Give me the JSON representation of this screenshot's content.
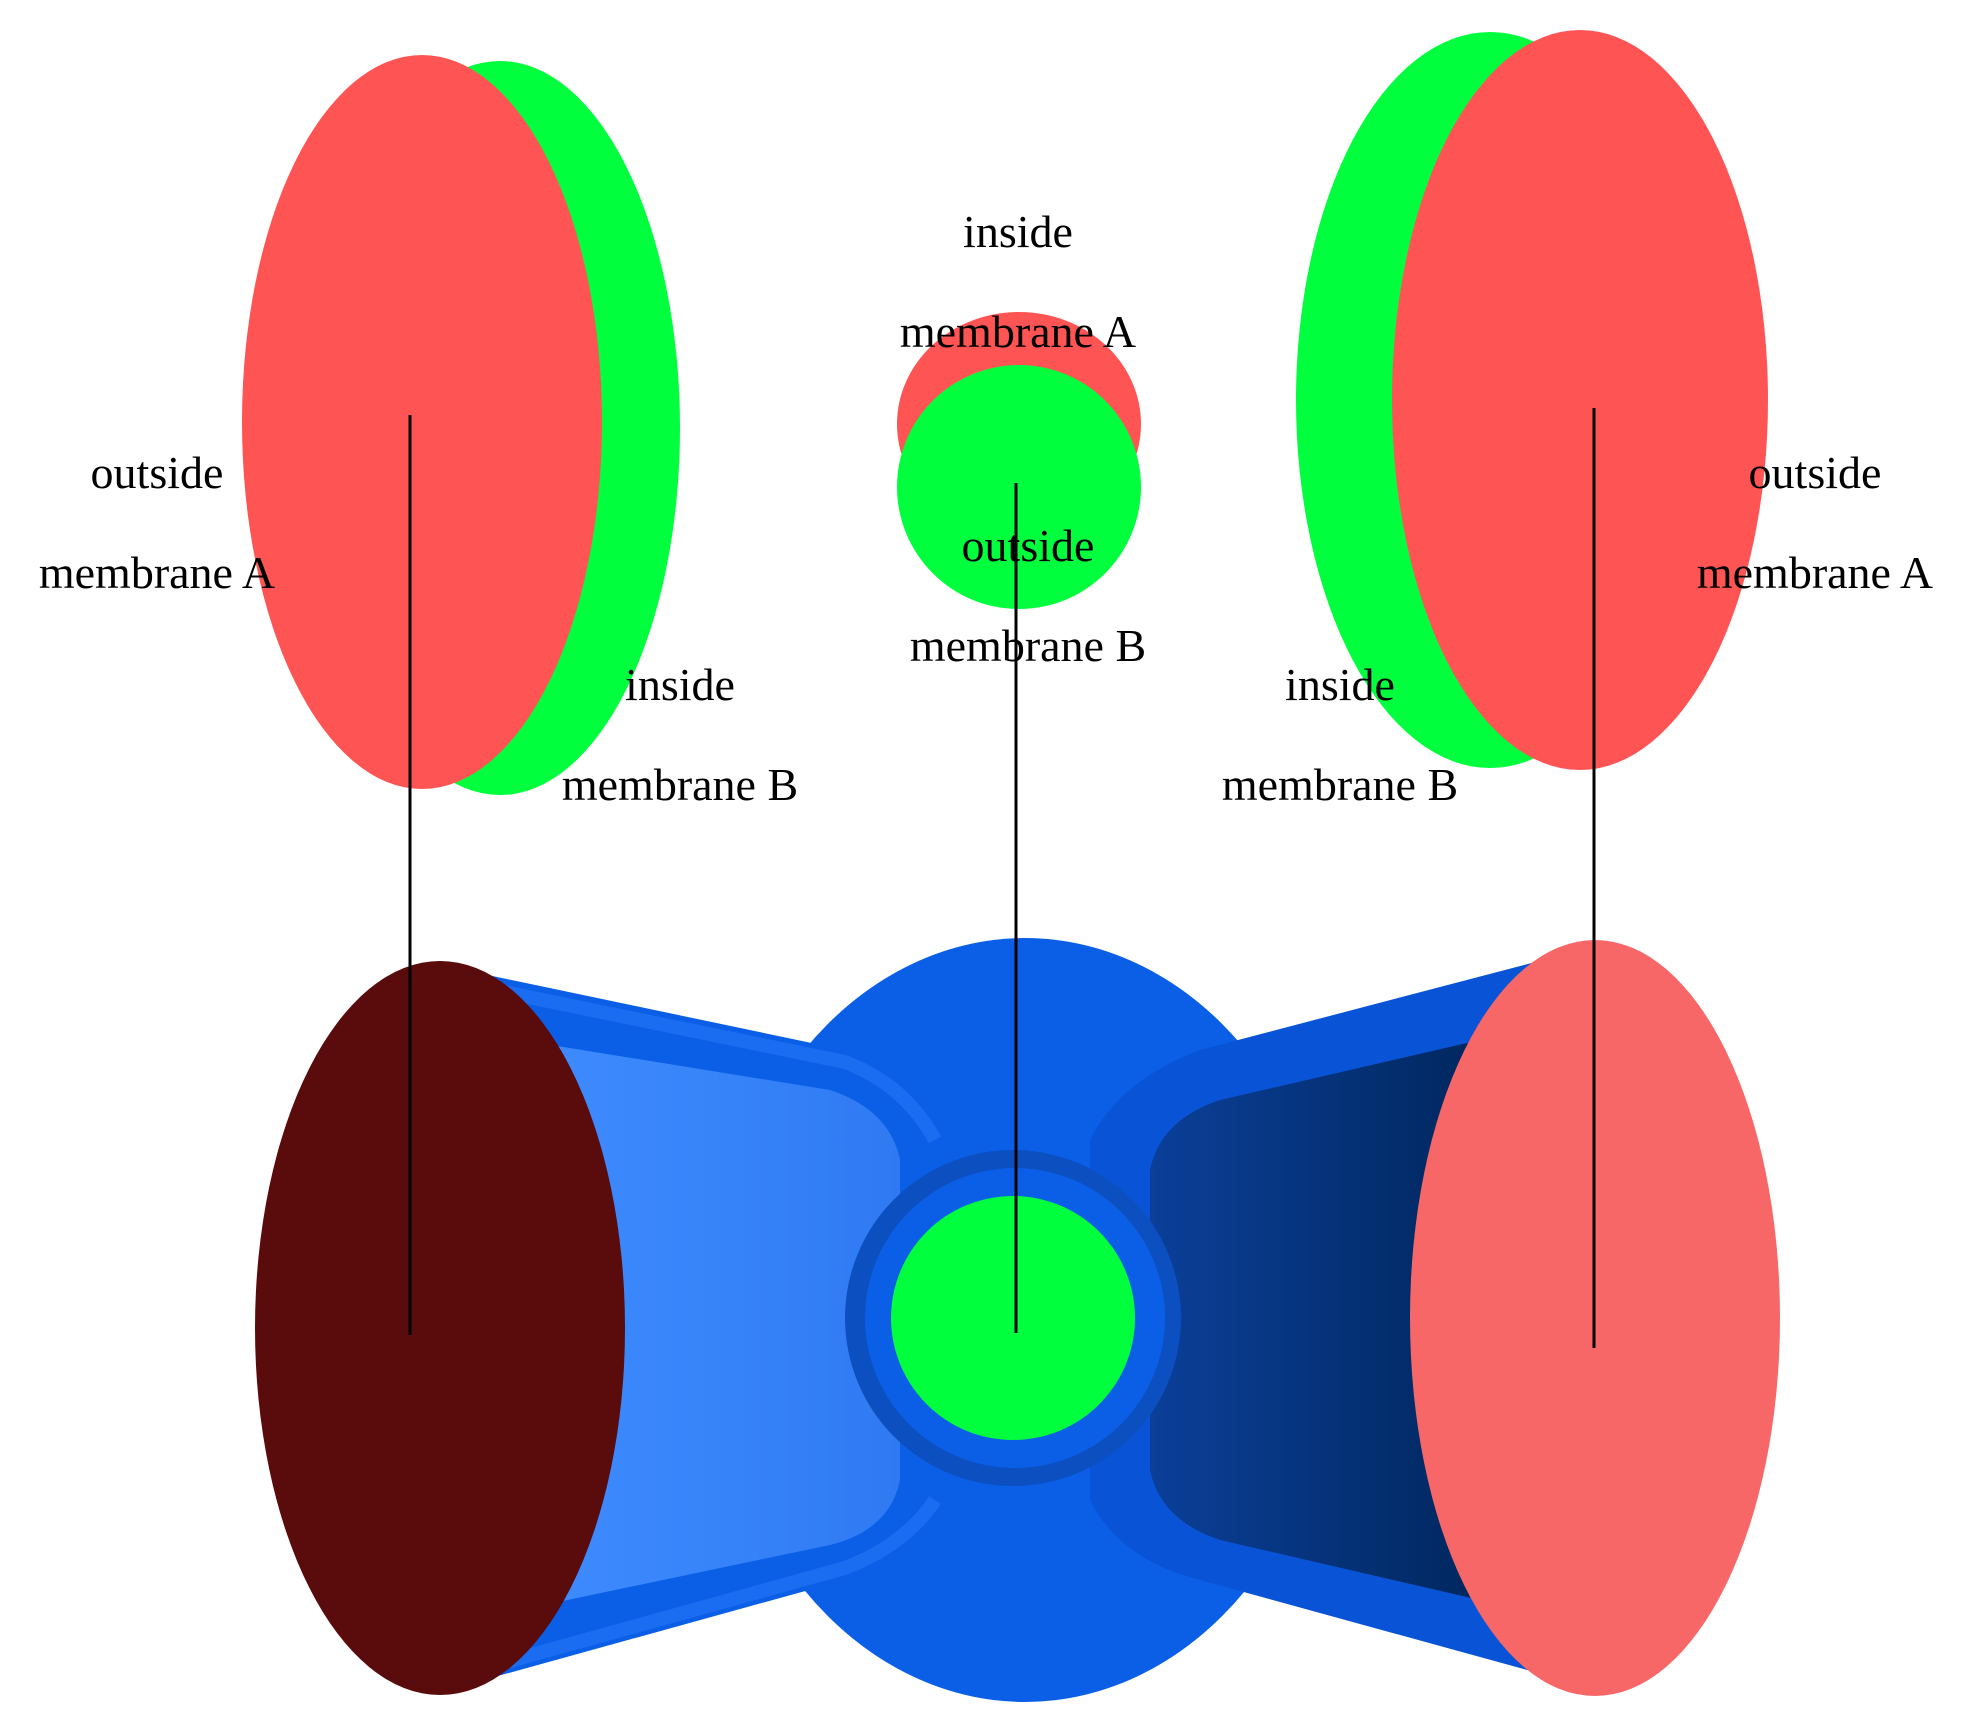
{
  "colors": {
    "membrane_a": "#ff5454",
    "membrane_b": "#00ff3c",
    "pipe_body": "#0a5fe6",
    "pipe_dark": "#002b66",
    "pipe_light": "#3a86ff",
    "left_face": "#5a0b0b",
    "right_face": "#f76767",
    "axis_line": "#000000"
  },
  "labels": {
    "left": {
      "outside": "outside",
      "membrane_a": "membrane A",
      "inside": "inside",
      "membrane_b": "membrane B"
    },
    "center": {
      "inside": "inside",
      "membrane_a": "membrane A",
      "outside": "outside",
      "membrane_b": "membrane B"
    },
    "right": {
      "outside": "outside",
      "membrane_a": "membrane A",
      "inside": "inside",
      "membrane_b": "membrane B"
    }
  }
}
